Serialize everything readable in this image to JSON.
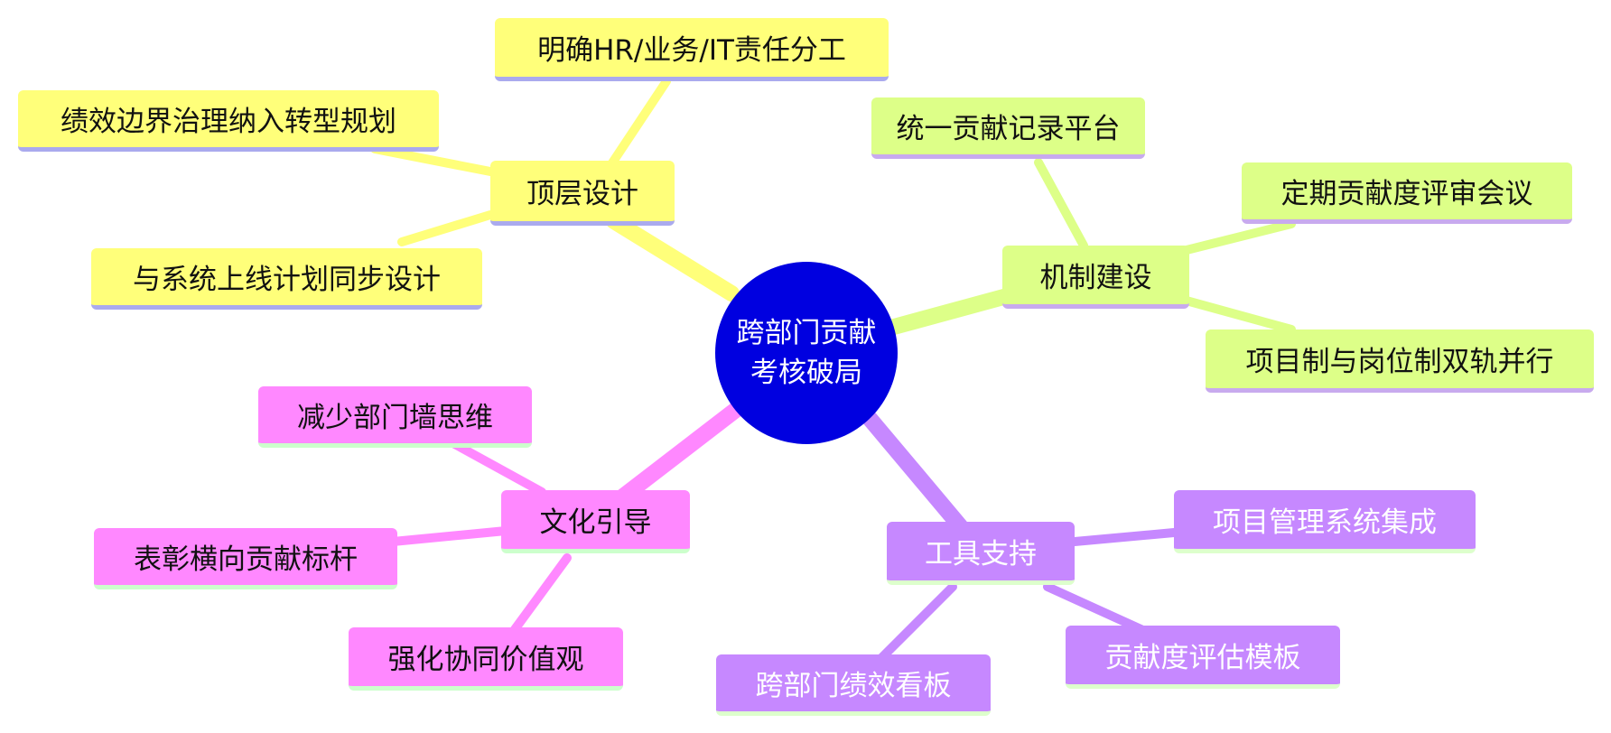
{
  "center": {
    "line1": "跨部门贡献",
    "line2": "考核破局",
    "color": "#0000e0"
  },
  "branches": {
    "top_design": {
      "label": "顶层设计",
      "color": "#ffff7a",
      "children": [
        "明确HR/业务/IT责任分工",
        "绩效边界治理纳入转型规划",
        "与系统上线计划同步设计"
      ]
    },
    "mechanism": {
      "label": "机制建设",
      "color": "#ddff88",
      "children": [
        "统一贡献记录平台",
        "定期贡献度评审会议",
        "项目制与岗位制双轨并行"
      ]
    },
    "culture": {
      "label": "文化引导",
      "color": "#ff88ff",
      "children": [
        "减少部门墙思维",
        "表彰横向贡献标杆",
        "强化协同价值观"
      ]
    },
    "tools": {
      "label": "工具支持",
      "color": "#c688ff",
      "children": [
        "项目管理系统集成",
        "贡献度评估模板",
        "跨部门绩效看板"
      ]
    }
  }
}
